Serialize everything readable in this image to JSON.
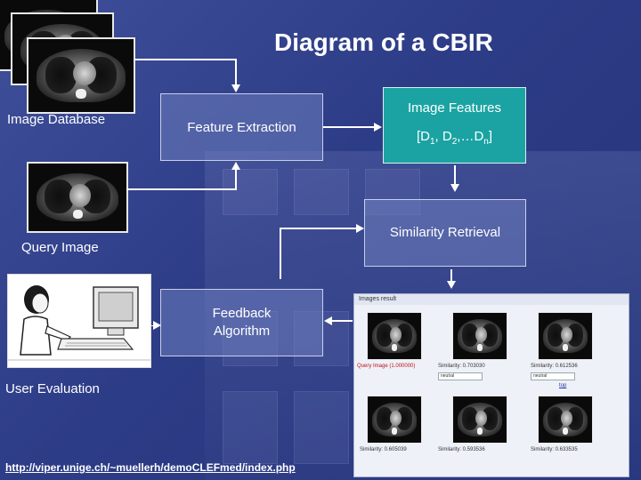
{
  "title": "Diagram of a CBIR",
  "labels": {
    "image_database": "Image Database",
    "query_image": "Query Image",
    "user_evaluation": "User Evaluation"
  },
  "boxes": {
    "feature_extraction": "Feature Extraction",
    "image_features_title": "Image Features",
    "image_features_formula_prefix": "[D",
    "image_features_sub1": "1",
    "image_features_mid1": ", D",
    "image_features_sub2": "2",
    "image_features_mid2": ",…D",
    "image_features_subn": "n",
    "image_features_suffix": "]",
    "similarity_retrieval": "Similarity Retrieval",
    "feedback_line1": "Feedback",
    "feedback_line2": "Algorithm"
  },
  "results_panel": {
    "header": "Images result",
    "query_caption": "Query Image (1.000000)",
    "captions": [
      "Similarity: 0.703030",
      "Similarity: 0.612536",
      "Similarity: 0.605039",
      "Similarity: 0.593536",
      "Similarity: 0.633535"
    ],
    "select_value": "neutral",
    "link": "top"
  },
  "url": "http://viper.unige.ch/~muellerh/demoCLEFmed/index.php",
  "colors": {
    "background": "#2d3c86",
    "box_fill": "#6e7dbe",
    "image_features_fill": "#1aa0a0"
  }
}
